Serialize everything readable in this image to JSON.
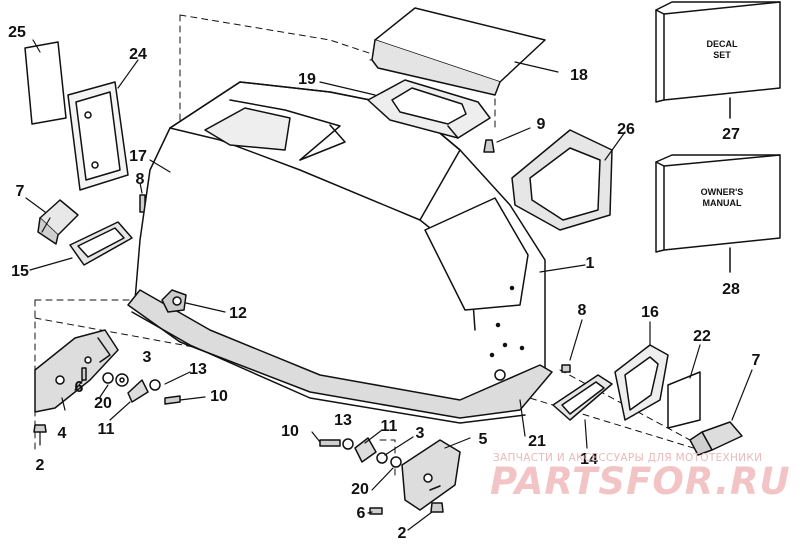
{
  "diagram": {
    "callouts": [
      {
        "id": "c25",
        "text": "25"
      },
      {
        "id": "c24",
        "text": "24"
      },
      {
        "id": "c7a",
        "text": "7"
      },
      {
        "id": "c17",
        "text": "17"
      },
      {
        "id": "c8a",
        "text": "8"
      },
      {
        "id": "c15",
        "text": "15"
      },
      {
        "id": "c19",
        "text": "19"
      },
      {
        "id": "c18",
        "text": "18"
      },
      {
        "id": "c9",
        "text": "9"
      },
      {
        "id": "c26",
        "text": "26"
      },
      {
        "id": "c27",
        "text": "27"
      },
      {
        "id": "c28",
        "text": "28"
      },
      {
        "id": "c1",
        "text": "1"
      },
      {
        "id": "c12",
        "text": "12"
      },
      {
        "id": "c8b",
        "text": "8"
      },
      {
        "id": "c16",
        "text": "16"
      },
      {
        "id": "c22",
        "text": "22"
      },
      {
        "id": "c7b",
        "text": "7"
      },
      {
        "id": "c3a",
        "text": "3"
      },
      {
        "id": "c13a",
        "text": "13"
      },
      {
        "id": "c6a",
        "text": "6"
      },
      {
        "id": "c20a",
        "text": "20"
      },
      {
        "id": "c10a",
        "text": "10"
      },
      {
        "id": "c11a",
        "text": "11"
      },
      {
        "id": "c4",
        "text": "4"
      },
      {
        "id": "c2a",
        "text": "2"
      },
      {
        "id": "c13b",
        "text": "13"
      },
      {
        "id": "c11b",
        "text": "11"
      },
      {
        "id": "c10b",
        "text": "10"
      },
      {
        "id": "c3b",
        "text": "3"
      },
      {
        "id": "c5",
        "text": "5"
      },
      {
        "id": "c21",
        "text": "21"
      },
      {
        "id": "c14",
        "text": "14"
      },
      {
        "id": "c20b",
        "text": "20"
      },
      {
        "id": "c6b",
        "text": "6"
      },
      {
        "id": "c2b",
        "text": "2"
      }
    ],
    "decal_box_label": "DECAL\nSET",
    "manual_box_label": "OWNER'S\nMANUAL"
  },
  "watermark": {
    "subtitle": "ЗАПЧАСТИ И АКСЕССУАРЫ ДЛЯ МОТОТЕХНИКИ",
    "logo": "PARTSFOR.RU",
    "color": "#f2c4c6"
  },
  "colors": {
    "ink": "#111111",
    "paper": "#ffffff",
    "shade": "#cfcfcf"
  }
}
